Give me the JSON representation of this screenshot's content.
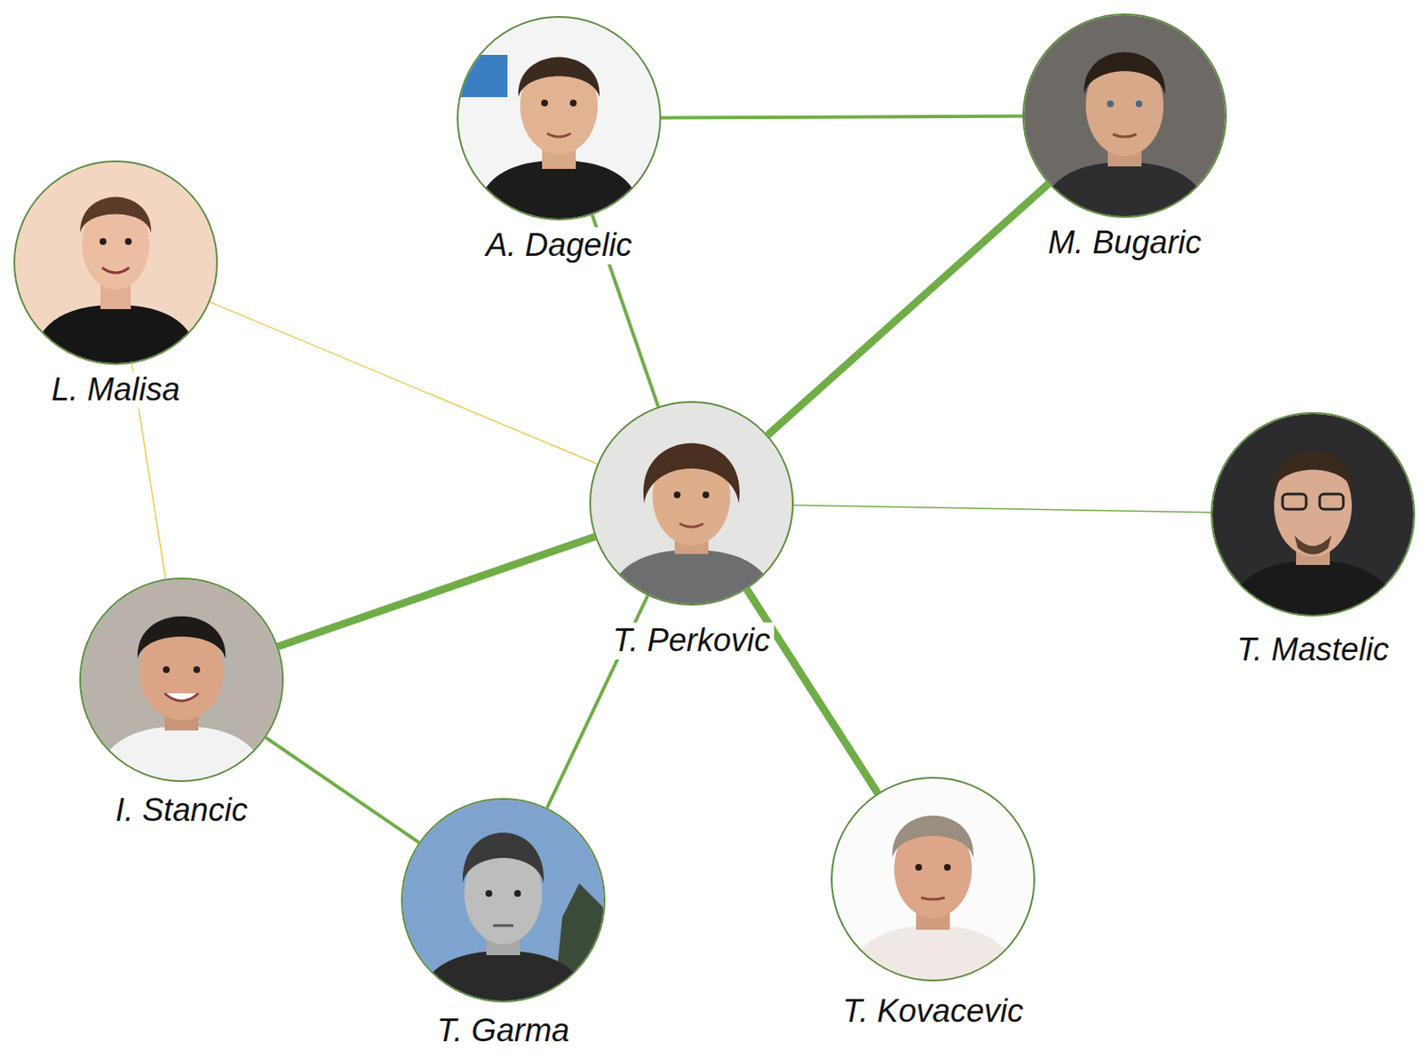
{
  "diagram": {
    "nodes": [
      {
        "text": [
          "A. Dagelic"
        ]
      },
      {
        "text": [
          "M. Bugaric"
        ]
      },
      {
        "text": [
          "L. Malisa"
        ]
      },
      {
        "text": [
          "T. Perkovic"
        ]
      },
      {
        "text": [
          "T. Mastelic"
        ]
      },
      {
        "text": [
          "I. Stancic"
        ]
      },
      {
        "text": [
          "T. Kovacevic"
        ]
      },
      {
        "text": [
          "T. Garma"
        ]
      }
    ],
    "edges": [
      {
        "from": 0,
        "to": 1,
        "arrow": "none"
      },
      {
        "from": 0,
        "to": 3,
        "arrow": "none"
      },
      {
        "from": 1,
        "to": 3,
        "arrow": "none"
      },
      {
        "from": 2,
        "to": 3,
        "arrow": "none"
      },
      {
        "from": 2,
        "to": 5,
        "arrow": "none"
      },
      {
        "from": 3,
        "to": 4,
        "arrow": "none"
      },
      {
        "from": 3,
        "to": 5,
        "arrow": "none"
      },
      {
        "from": 3,
        "to": 7,
        "arrow": "none"
      },
      {
        "from": 3,
        "to": 6,
        "arrow": "none"
      },
      {
        "from": 5,
        "to": 7,
        "arrow": "none"
      }
    ]
  }
}
